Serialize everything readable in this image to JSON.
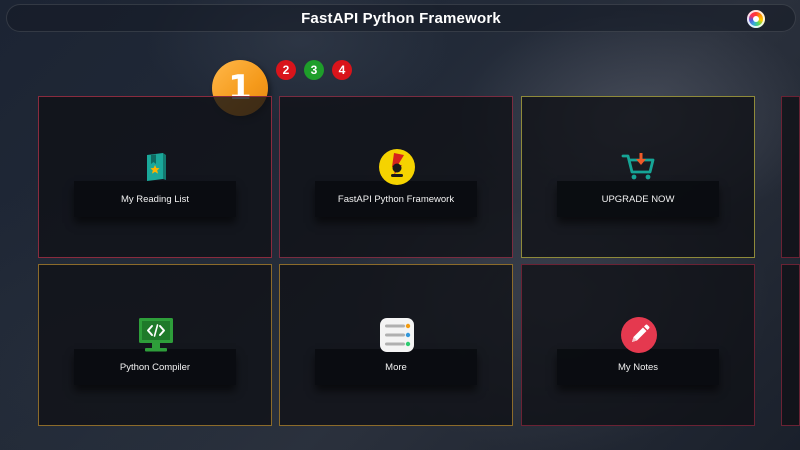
{
  "header": {
    "title": "FastAPI Python Framework"
  },
  "pagination": {
    "pages": [
      "1",
      "2",
      "3",
      "4"
    ],
    "current": "1"
  },
  "tiles": [
    {
      "label": "My Reading List",
      "icon": "reading-list-book-icon"
    },
    {
      "label": "FastAPI Python Framework",
      "icon": "fastapi-lightning-icon"
    },
    {
      "label": "UPGRADE NOW",
      "icon": "shopping-cart-download-icon"
    },
    {
      "label": "Python Compiler",
      "icon": "monitor-code-icon"
    },
    {
      "label": "More",
      "icon": "list-menu-icon"
    },
    {
      "label": "My Notes",
      "icon": "pencil-notes-icon"
    }
  ],
  "colors": {
    "page_current": "#f59a1b",
    "page_red": "#d9141b",
    "page_green": "#1e9e2a"
  }
}
